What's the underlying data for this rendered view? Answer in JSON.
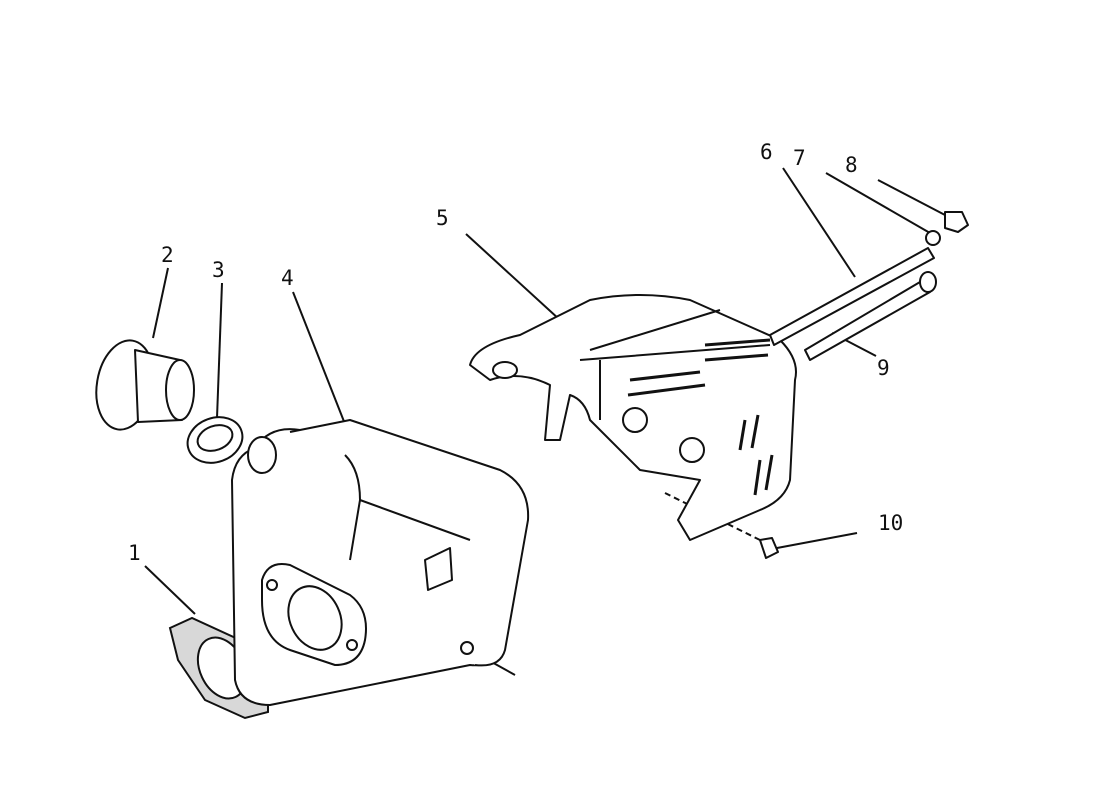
{
  "callouts": [
    {
      "number": "1",
      "part": "gasket"
    },
    {
      "number": "2",
      "part": "exhaust-outlet-flange"
    },
    {
      "number": "3",
      "part": "clamp-ring"
    },
    {
      "number": "4",
      "part": "muffler"
    },
    {
      "number": "5",
      "part": "heat-shield"
    },
    {
      "number": "6",
      "part": "long-bolt"
    },
    {
      "number": "7",
      "part": "long-bolt"
    },
    {
      "number": "8",
      "part": "nut"
    },
    {
      "number": "9",
      "part": "long-bolt"
    },
    {
      "number": "10",
      "part": "screw"
    }
  ]
}
